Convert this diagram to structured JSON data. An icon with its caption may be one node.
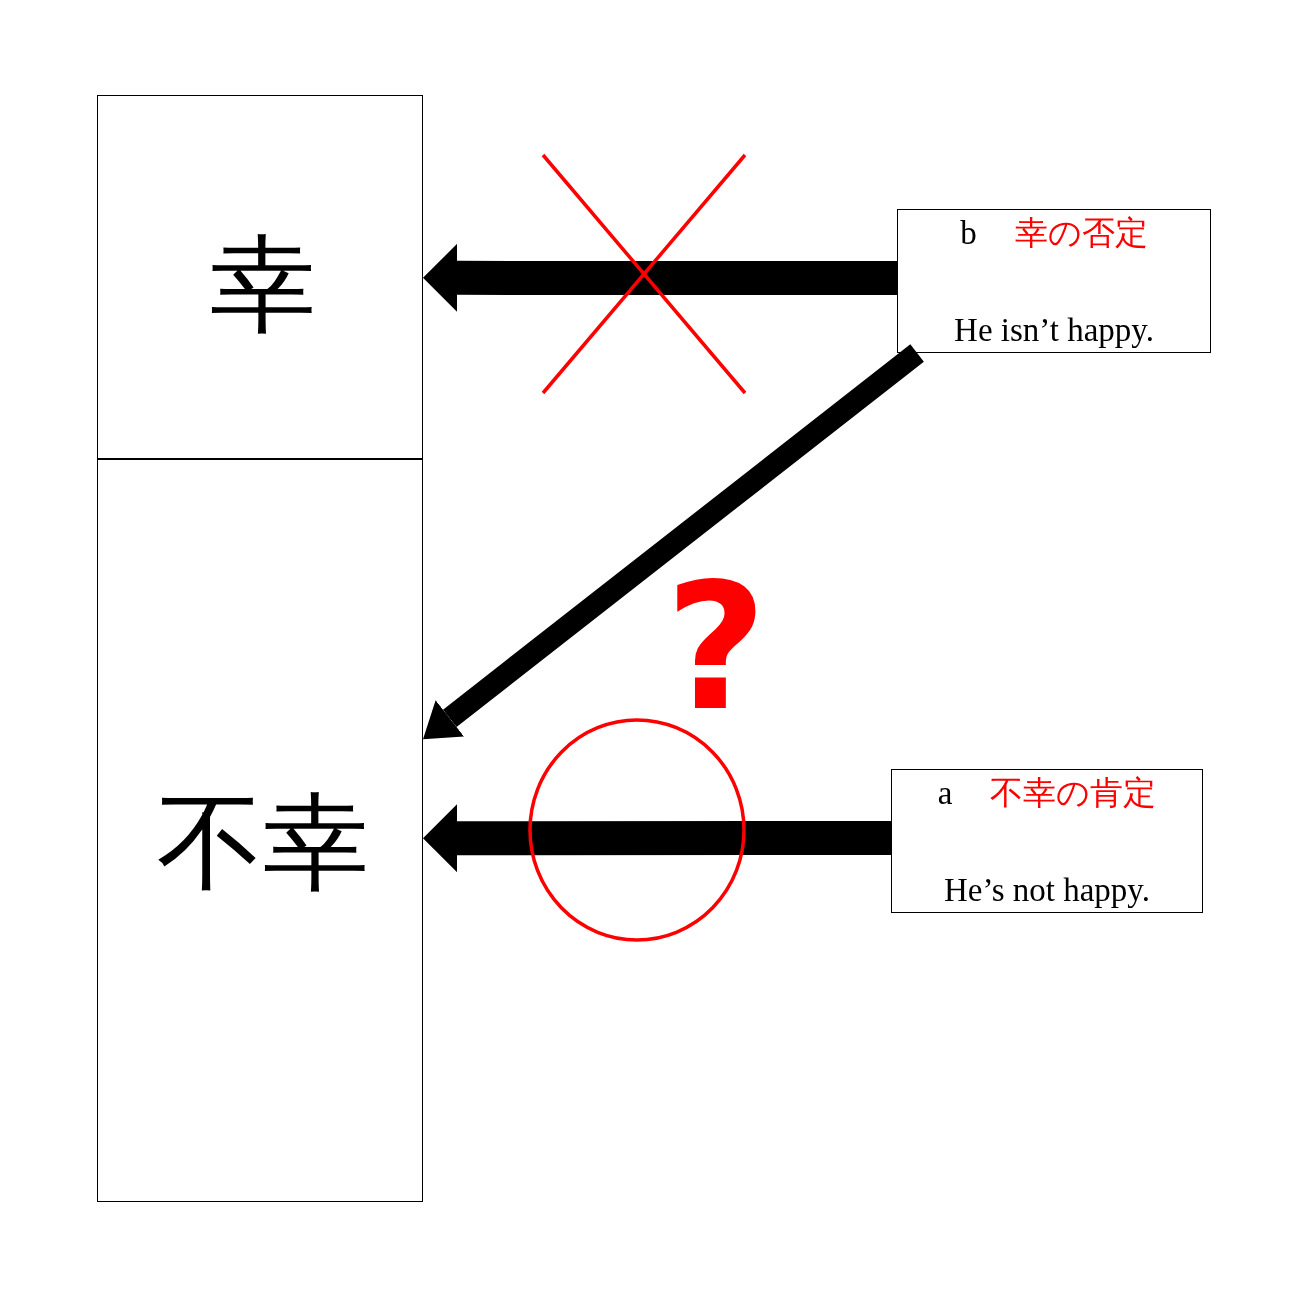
{
  "diagram": {
    "nodes": [
      {
        "text": [
          "幸"
        ]
      },
      {
        "text": [
          "b",
          "幸の否定",
          "He isn’t happy."
        ]
      },
      {
        "text": [
          "不幸"
        ]
      },
      {
        "text": [
          "a",
          "不幸の肯定",
          "He’s not happy."
        ]
      }
    ],
    "edges": [
      {
        "from": 1,
        "to": 0,
        "arrow": "to"
      },
      {
        "from": 1,
        "to": 2,
        "arrow": "to",
        "label": "?"
      },
      {
        "from": 3,
        "to": 2,
        "arrow": "to"
      }
    ]
  }
}
